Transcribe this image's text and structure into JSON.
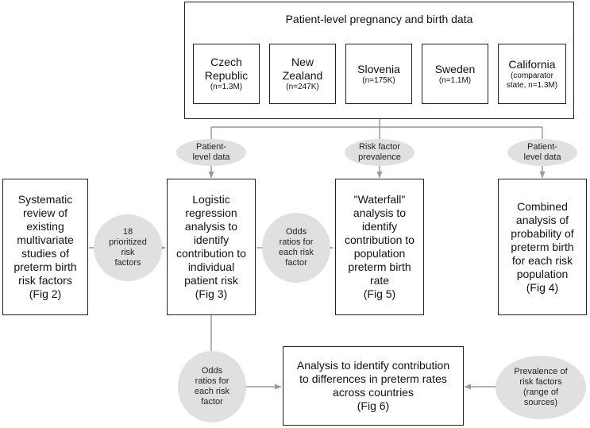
{
  "top": {
    "title": "Patient-level pregnancy and birth data",
    "countries": [
      {
        "name": [
          "Czech",
          "Republic"
        ],
        "n": [
          "(n=1.3M)"
        ]
      },
      {
        "name": [
          "New",
          "Zealand"
        ],
        "n": [
          "(n=247K)"
        ]
      },
      {
        "name": [
          "Slovenia"
        ],
        "n": [
          "(n=175K)"
        ]
      },
      {
        "name": [
          "Sweden"
        ],
        "n": [
          "(n=1.1M)"
        ]
      },
      {
        "name": [
          "California"
        ],
        "n": [
          "(comparator",
          "state, n=1.3M)"
        ]
      }
    ]
  },
  "labels": {
    "patient_level_1": [
      "Patient-",
      "level data"
    ],
    "risk_factor_prevalence": [
      "Risk factor",
      "prevalence"
    ],
    "patient_level_2": [
      "Patient-",
      "level data"
    ]
  },
  "boxes": {
    "systematic_review": [
      "Systematic",
      "review of",
      "existing",
      "multivariate",
      "studies of",
      "preterm birth",
      "risk factors",
      "(Fig 2)"
    ],
    "logistic_regression": [
      "Logistic",
      "regression",
      "analysis to",
      "identify",
      "contribution to",
      "individual",
      "patient risk",
      "(Fig 3)"
    ],
    "waterfall": [
      "\"Waterfall\"",
      "analysis to",
      "identify",
      "contribution to",
      "population",
      "preterm birth",
      "rate",
      "(Fig 5)"
    ],
    "combined": [
      "Combined",
      "analysis of",
      "probability of",
      "preterm birth",
      "for each risk",
      "population",
      "(Fig 4)"
    ],
    "differences": [
      "Analysis to identify contribution",
      "to differences in preterm rates",
      "across countries",
      "(Fig 6)"
    ]
  },
  "ovals": {
    "prioritized": [
      "18",
      "prioritized",
      "risk",
      "factors"
    ],
    "odds_mid": [
      "Odds",
      "ratios for",
      "each risk",
      "factor"
    ],
    "odds_bottom": [
      "Odds",
      "ratios for",
      "each risk",
      "factor"
    ],
    "prevalence_sources": [
      "Prevalence of",
      "risk factors",
      "(range of",
      "sources)"
    ]
  }
}
